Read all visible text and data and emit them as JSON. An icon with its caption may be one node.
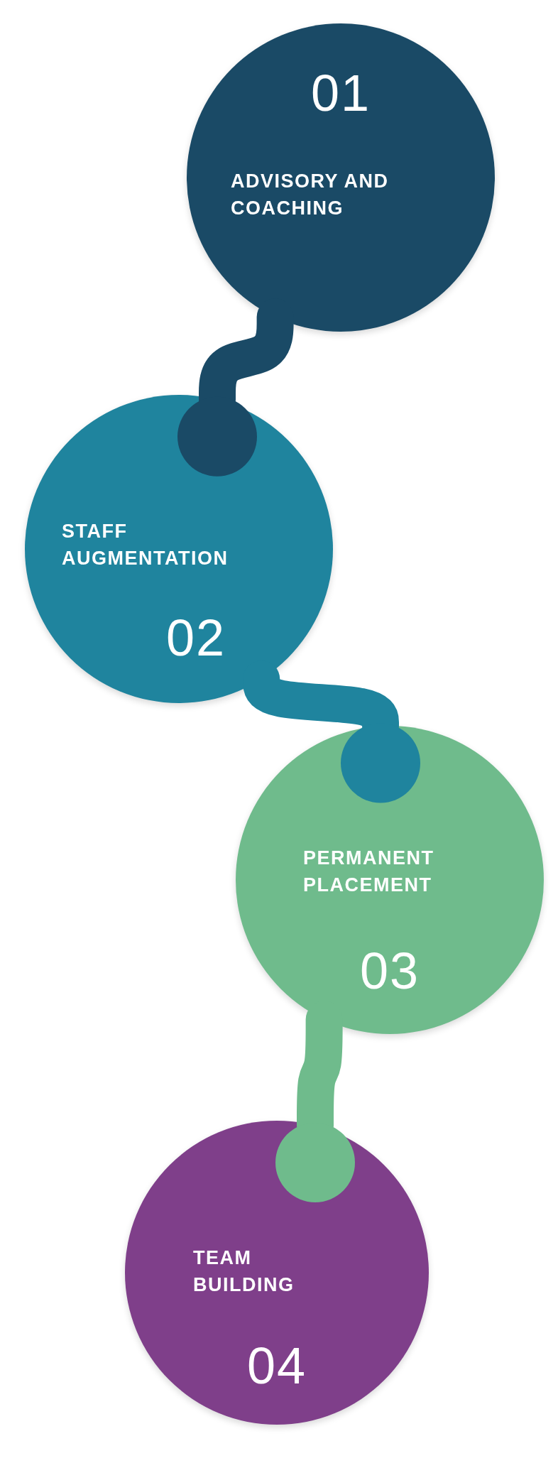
{
  "diagram": {
    "nodes": [
      {
        "text": [
          "01",
          "ADVISORY AND COACHING"
        ]
      },
      {
        "text": [
          "STAFF AUGMENTATION",
          "02"
        ]
      },
      {
        "text": [
          "PERMANENT PLACEMENT",
          "03"
        ]
      },
      {
        "text": [
          "TEAM BUILDING",
          "04"
        ]
      }
    ],
    "edges": [
      {
        "from": 0,
        "to": 1,
        "arrow": "other",
        "color": "#1a4a66"
      },
      {
        "from": 1,
        "to": 2,
        "arrow": "other",
        "color": "#1f849e"
      },
      {
        "from": 2,
        "to": 3,
        "arrow": "other",
        "color": "#6fbb8c"
      }
    ]
  }
}
